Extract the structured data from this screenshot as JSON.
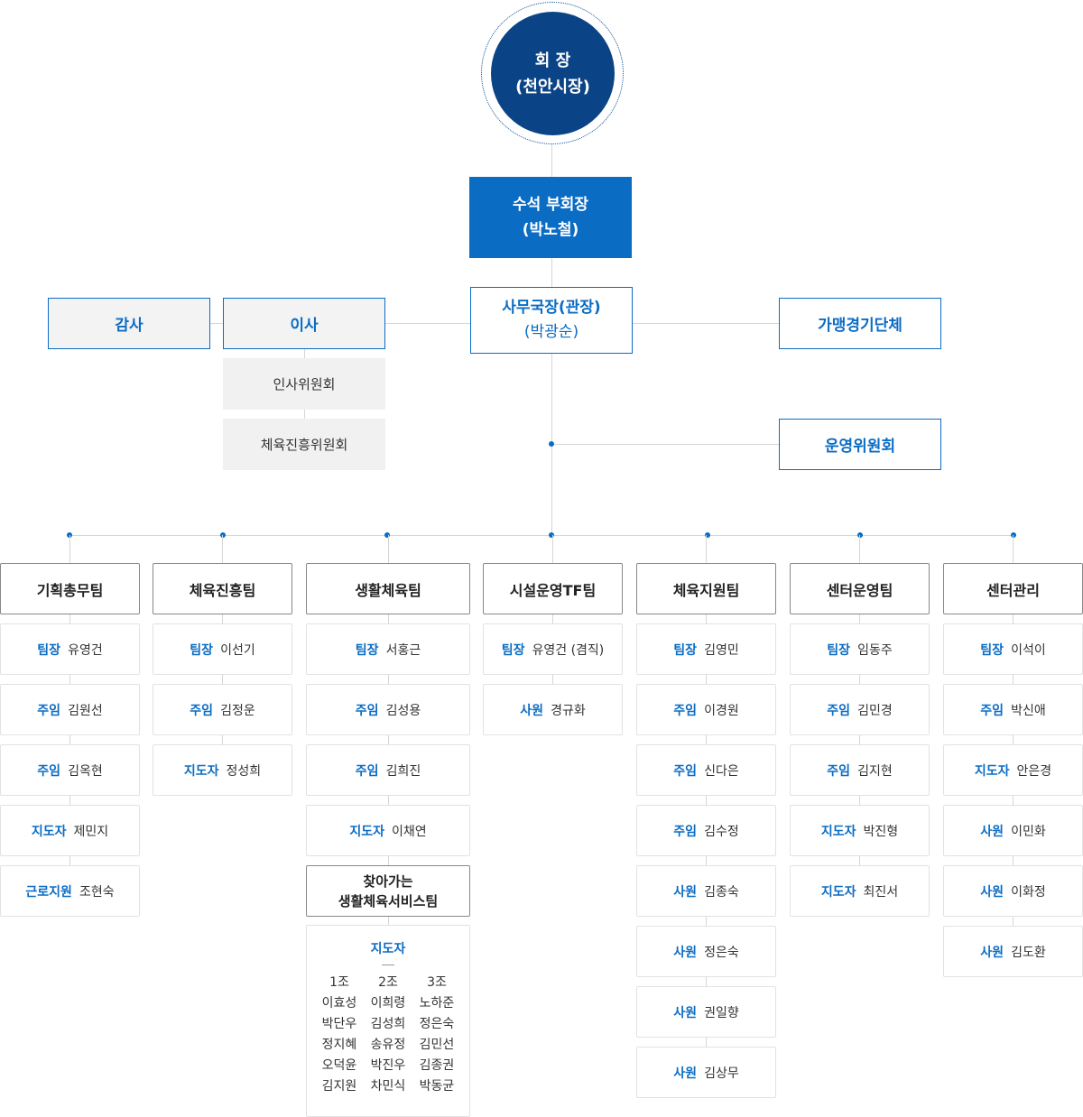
{
  "chairman": {
    "title": "회 장",
    "sub": "(천안시장)"
  },
  "vice_chairman": {
    "title": "수석 부회장",
    "sub": "(박노철)"
  },
  "secretary_general": {
    "title": "사무국장(관장)",
    "sub": "(박광순)"
  },
  "auditor": "감사",
  "directors": "이사",
  "committees": [
    "인사위원회",
    "체육진흥위원회"
  ],
  "member_orgs": "가맹경기단체",
  "steering_committee": "운영위원회",
  "teams": [
    {
      "name": "기획총무팀",
      "members": [
        {
          "role": "팀장",
          "name": "유영건"
        },
        {
          "role": "주임",
          "name": "김원선"
        },
        {
          "role": "주임",
          "name": "김옥현"
        },
        {
          "role": "지도자",
          "name": "제민지"
        },
        {
          "role": "근로지원",
          "name": "조현숙"
        }
      ]
    },
    {
      "name": "체육진흥팀",
      "members": [
        {
          "role": "팀장",
          "name": "이선기"
        },
        {
          "role": "주임",
          "name": "김정운"
        },
        {
          "role": "지도자",
          "name": "정성희"
        }
      ]
    },
    {
      "name": "생활체육팀",
      "members": [
        {
          "role": "팀장",
          "name": "서홍근"
        },
        {
          "role": "주임",
          "name": "김성용"
        },
        {
          "role": "주임",
          "name": "김희진"
        },
        {
          "role": "지도자",
          "name": "이채연"
        }
      ]
    },
    {
      "name": "시설운영TF팀",
      "members": [
        {
          "role": "팀장",
          "name": "유영건 (겸직)"
        },
        {
          "role": "사원",
          "name": "경규화"
        }
      ]
    },
    {
      "name": "체육지원팀",
      "members": [
        {
          "role": "팀장",
          "name": "김영민"
        },
        {
          "role": "주임",
          "name": "이경원"
        },
        {
          "role": "주임",
          "name": "신다은"
        },
        {
          "role": "주임",
          "name": "김수정"
        },
        {
          "role": "사원",
          "name": "김종숙"
        },
        {
          "role": "사원",
          "name": "정은숙"
        },
        {
          "role": "사원",
          "name": "권일향"
        },
        {
          "role": "사원",
          "name": "김상무"
        }
      ]
    },
    {
      "name": "센터운영팀",
      "members": [
        {
          "role": "팀장",
          "name": "임동주"
        },
        {
          "role": "주임",
          "name": "김민경"
        },
        {
          "role": "주임",
          "name": "김지현"
        },
        {
          "role": "지도자",
          "name": "박진형"
        },
        {
          "role": "지도자",
          "name": "최진서"
        }
      ]
    },
    {
      "name": "센터관리",
      "members": [
        {
          "role": "팀장",
          "name": "이석이"
        },
        {
          "role": "주임",
          "name": "박신애"
        },
        {
          "role": "지도자",
          "name": "안은경"
        },
        {
          "role": "사원",
          "name": "이민화"
        },
        {
          "role": "사원",
          "name": "이화정"
        },
        {
          "role": "사원",
          "name": "김도환"
        }
      ]
    }
  ],
  "visiting_team": {
    "line1": "찾아가는",
    "line2": "생활체육서비스팀",
    "coach_title": "지도자",
    "groups": [
      {
        "name": "1조",
        "members": [
          "이효성",
          "박단우",
          "정지혜",
          "오덕윤",
          "김지원"
        ]
      },
      {
        "name": "2조",
        "members": [
          "이희령",
          "김성희",
          "송유정",
          "박진우",
          "차민식"
        ]
      },
      {
        "name": "3조",
        "members": [
          "노하준",
          "정은숙",
          "김민선",
          "김종권",
          "박동균"
        ]
      }
    ]
  }
}
